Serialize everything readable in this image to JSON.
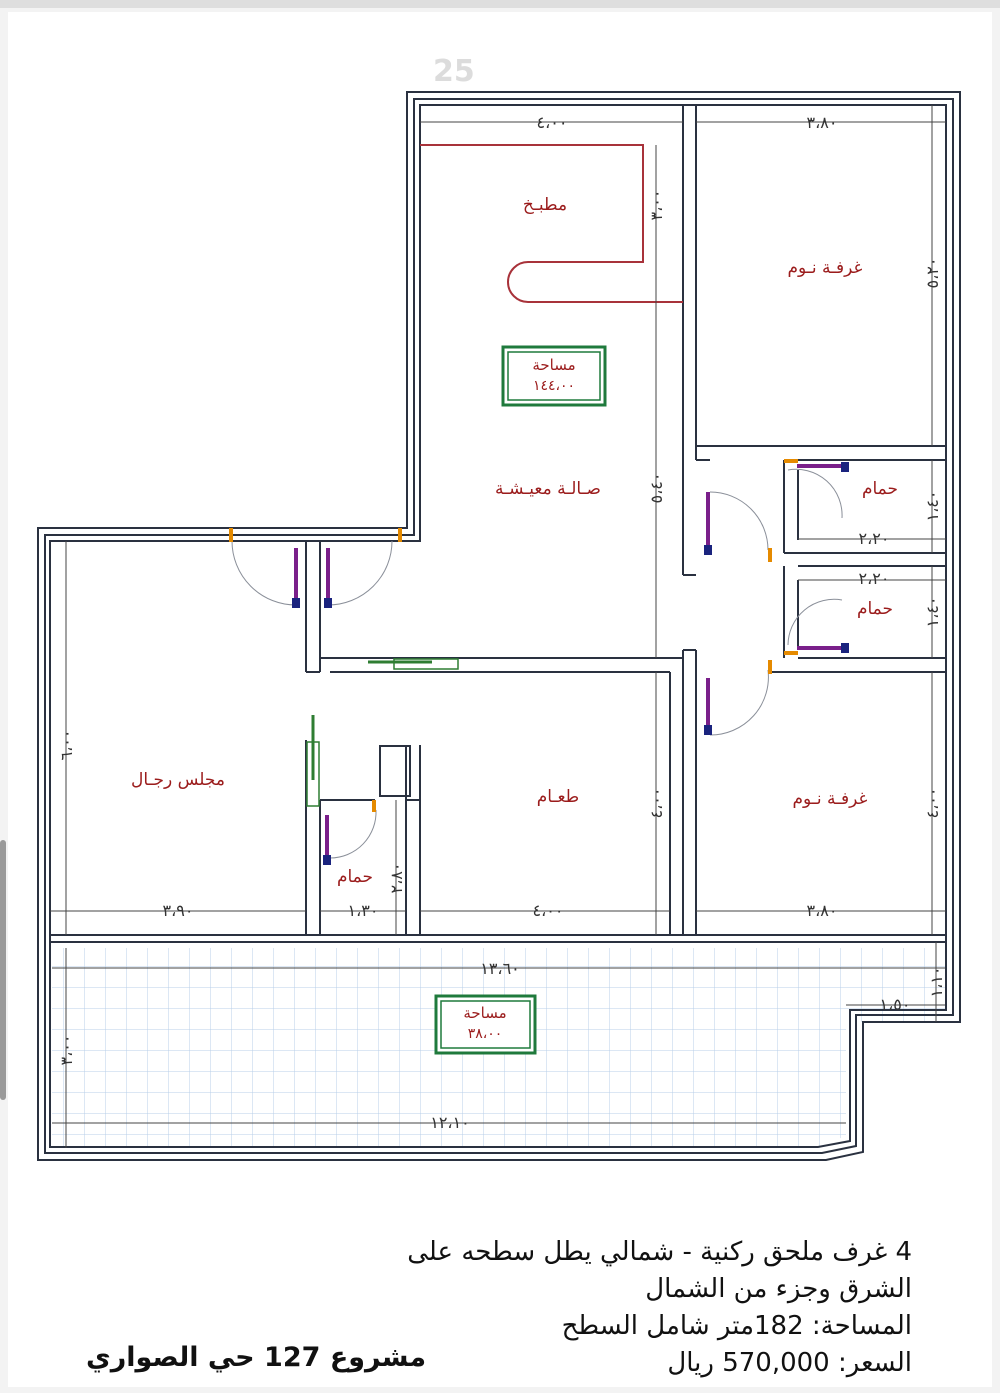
{
  "page_number": "25",
  "rooms": {
    "kitchen": "مطبـخ",
    "living": "صـالـة معيـشـة",
    "bedroom_top": "غرفـة نـوم",
    "bathroom_1": "حمام",
    "bathroom_2": "حمام",
    "bedroom_bottom": "غرفـة نـوم",
    "dining": "طعـام",
    "majlis": "مجلس رجـال",
    "bathroom_3": "حمام"
  },
  "area_boxes": {
    "indoor": {
      "label": "مساحة",
      "value": "١٤٤،٠٠"
    },
    "roof": {
      "label": "مساحة",
      "value": "٣٨،٠٠"
    }
  },
  "dimensions": {
    "kitchen_width": "٤،٠٠",
    "kitchen_depth": "٣،٠٠",
    "bedroom_top_width": "٣،٨٠",
    "bedroom_top_depth": "٥،٢٠",
    "living_depth": "٥،٤٠",
    "bath1_width": "٢،٢٠",
    "bath1_depth": "١،٤٠",
    "bath2_width": "٢،٢٠",
    "bath2_depth": "١،٤٠",
    "majlis_depth": "٦،٠٠",
    "dining_depth": "٤،٠٠",
    "bedroom_bottom_depth": "٤،٠٠",
    "bath3_depth": "٢،٨٠",
    "majlis_width": "٣،٩٠",
    "bath3_width": "١،٣٠",
    "dining_width": "٤،٠٠",
    "bedroom_bottom_width": "٣،٨٠",
    "roof_width_top": "١٣،٦٠",
    "roof_step_depth": "١،١٠",
    "roof_step_width": "١،٥٠",
    "roof_depth": "٣،٠٠",
    "roof_width_bottom": "١٢،١٠"
  },
  "description": [
    "4 غرف ملحق ركنية - شمالي يطل سطحه على",
    "الشرق وجزء من الشمال",
    "المساحة: 182متر شامل السطح",
    "السعر: 570,000 ريال"
  ],
  "project_title": "مشروع 127 حي الصواري",
  "colors": {
    "wall": "#2a3140",
    "room_label": "#9b1c1c",
    "kitchen_counter": "#a8323a",
    "area_box": "#1f7a3c",
    "door_leaf": "#7a1f8a",
    "window": "#1a237e",
    "tile_grid": "#b8cfe8"
  }
}
